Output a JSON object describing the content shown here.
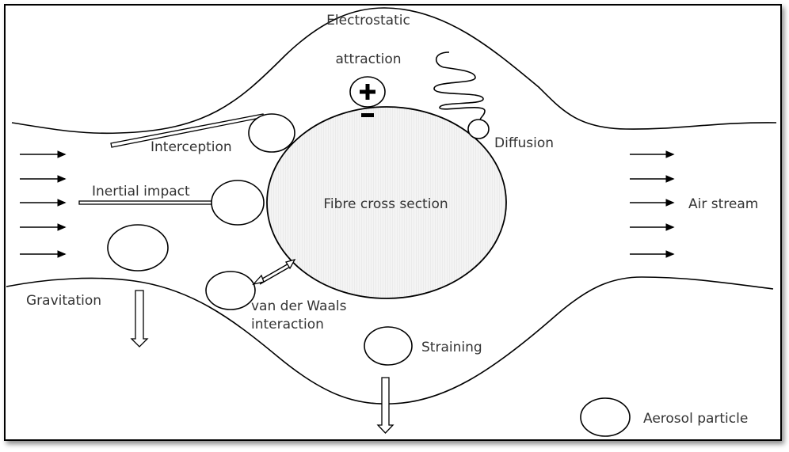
{
  "labels": {
    "electrostatic_1": "Electrostatic",
    "electrostatic_2": "attraction",
    "interception": "Interception",
    "diffusion": "Diffusion",
    "inertial_impact": "Inertial impact",
    "fibre": "Fibre cross section",
    "air_stream": "Air stream",
    "gravitation": "Gravitation",
    "vdw_1": "van der Waals",
    "vdw_2": "interaction",
    "straining": "Straining",
    "aerosol": "Aerosol particle"
  },
  "colors": {
    "fibre_fill": "#f2f2f2",
    "stroke": "#000000",
    "text": "#333333"
  }
}
